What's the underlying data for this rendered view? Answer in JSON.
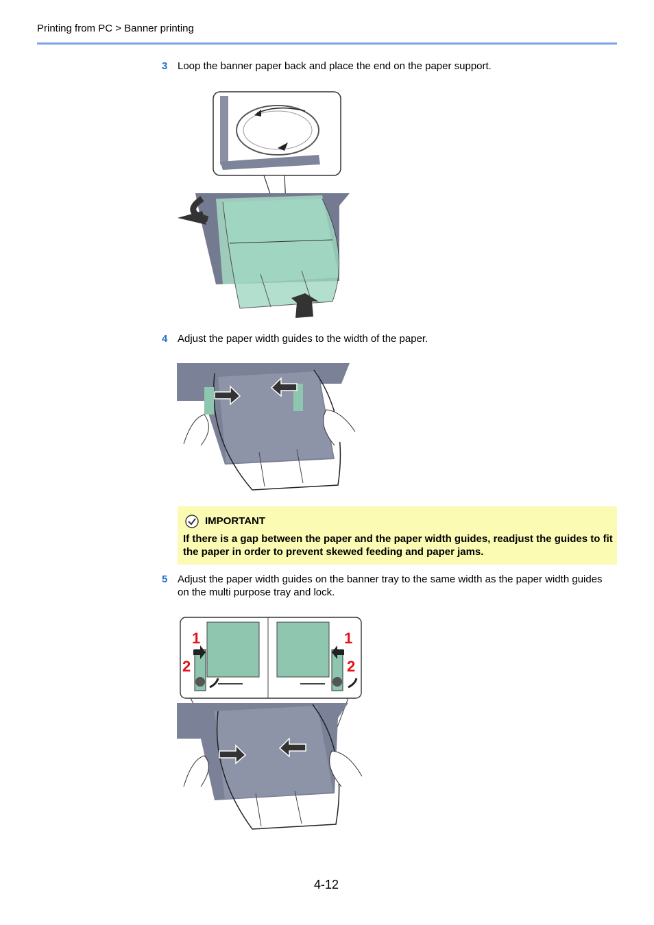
{
  "header": {
    "breadcrumb": "Printing from PC > Banner printing"
  },
  "steps": [
    {
      "number": "3",
      "text": "Loop the banner paper back and place the end on the paper support."
    },
    {
      "number": "4",
      "text": "Adjust the paper width guides to the width of the paper."
    },
    {
      "number": "5",
      "text": "Adjust the paper width guides on the banner tray to the same width as the paper width guides on the multi purpose tray and lock."
    }
  ],
  "important": {
    "title": "IMPORTANT",
    "body": "If there is a gap between the paper and the paper width guides, readjust the guides to fit the paper in order to prevent skewed feeding and paper jams."
  },
  "figure3": {
    "callouts": [
      "1",
      "2",
      "1",
      "2"
    ]
  },
  "footer": {
    "page_number": "4-12"
  },
  "colors": {
    "accent": "#1f6fd8",
    "rule": "#7aa3ea",
    "important_bg": "#fbfbb4",
    "callout": "#e0141b",
    "tray_green": "#8ec6b0"
  }
}
